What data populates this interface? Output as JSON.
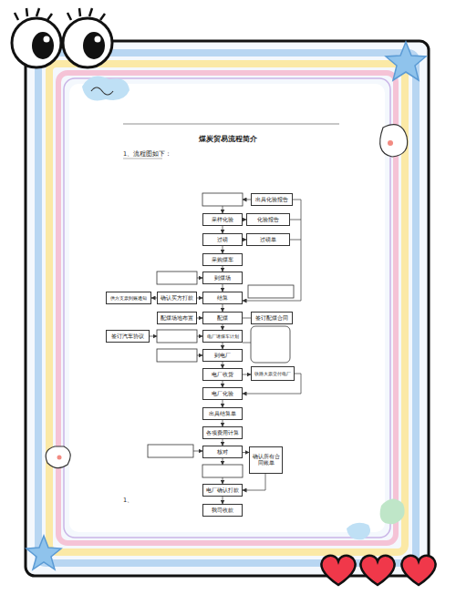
{
  "diagram": {
    "title": "煤炭贸易流程简介",
    "nodes": [
      {
        "text": [
          "出具化验报告"
        ]
      },
      {
        "text": [
          "采样化验"
        ]
      },
      {
        "text": [
          "化验报告"
        ]
      },
      {
        "text": [
          "过磅"
        ]
      },
      {
        "text": [
          "过磅单"
        ]
      },
      {
        "text": [
          "采购煤车"
        ]
      },
      {
        "text": [
          "到煤场"
        ]
      },
      {
        "text": [
          "供方支票到账通知"
        ]
      },
      {
        "text": [
          "确认买方打款"
        ]
      },
      {
        "text": [
          "结算"
        ]
      },
      {
        "text": [
          "配煤场地布置"
        ]
      },
      {
        "text": [
          "配煤"
        ]
      },
      {
        "text": [
          "签订配煤合同"
        ]
      },
      {
        "text": [
          "签订汽车协议"
        ]
      },
      {
        "text": [
          "电厂请煤车计划"
        ]
      },
      {
        "text": [
          "到电厂"
        ]
      },
      {
        "text": [
          "电厂收货"
        ]
      },
      {
        "text": [
          "铁路大票交付电厂"
        ]
      },
      {
        "text": [
          "电厂化验"
        ]
      },
      {
        "text": [
          "出具结算单"
        ]
      },
      {
        "text": [
          "各项费用计算"
        ]
      },
      {
        "text": [
          "核对"
        ]
      },
      {
        "text": [
          "确认所有合同账单"
        ]
      },
      {
        "text": [
          "电厂确认打款"
        ]
      },
      {
        "text": [
          "我司收款"
        ]
      }
    ],
    "edges": [
      {
        "from": 1,
        "to": 2,
        "arrow": "to"
      },
      {
        "from": 1,
        "to": 3,
        "arrow": "to"
      },
      {
        "from": 3,
        "to": 4,
        "arrow": "to"
      },
      {
        "from": 3,
        "to": 5,
        "arrow": "to"
      },
      {
        "from": 5,
        "to": 6,
        "arrow": "to"
      },
      {
        "from": 6,
        "to": 9,
        "arrow": "to"
      },
      {
        "from": 8,
        "to": 7,
        "arrow": "to"
      },
      {
        "from": 8,
        "to": 9,
        "arrow": "to"
      },
      {
        "from": 9,
        "to": 11,
        "arrow": "to"
      },
      {
        "from": 10,
        "to": 11,
        "arrow": "to"
      },
      {
        "from": 11,
        "to": 12,
        "arrow": "none"
      },
      {
        "from": 11,
        "to": 14,
        "arrow": "to"
      },
      {
        "from": 14,
        "to": 15,
        "arrow": "to"
      },
      {
        "from": 15,
        "to": 16,
        "arrow": "to"
      },
      {
        "from": 16,
        "to": 17,
        "arrow": "to"
      },
      {
        "from": 16,
        "to": 18,
        "arrow": "to"
      },
      {
        "from": 18,
        "to": 19,
        "arrow": "to"
      },
      {
        "from": 19,
        "to": 20,
        "arrow": "to"
      },
      {
        "from": 20,
        "to": 21,
        "arrow": "to"
      },
      {
        "from": 21,
        "to": 22,
        "arrow": "to"
      },
      {
        "from": 23,
        "to": 24,
        "arrow": "to"
      }
    ],
    "labels": [
      "1、流程图如下：",
      "1、"
    ]
  }
}
